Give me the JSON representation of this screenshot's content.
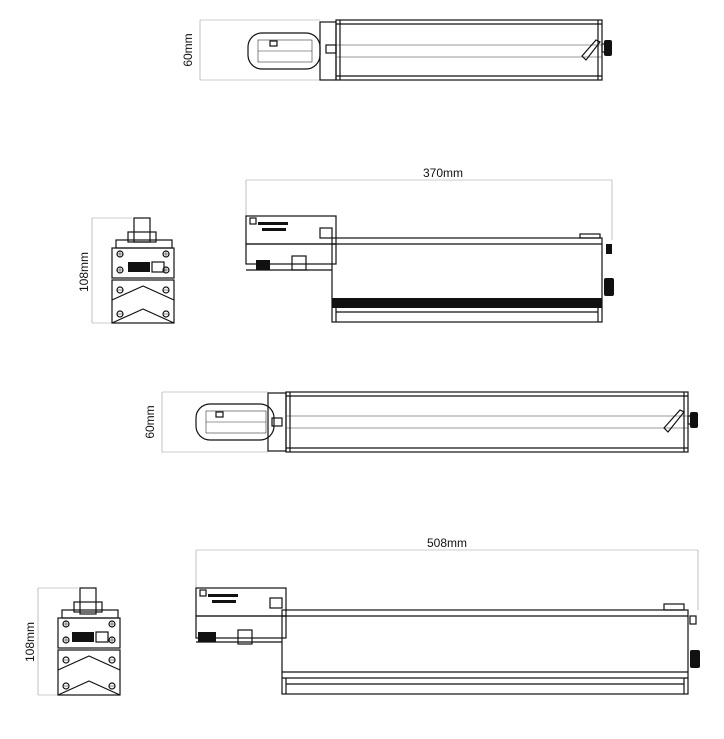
{
  "dimensions": {
    "top_view_1_height": "60mm",
    "side_view_1_length": "370mm",
    "end_view_1_height": "108mm",
    "top_view_2_height": "60mm",
    "side_view_2_length": "508mm",
    "end_view_2_height": "108mm"
  },
  "icons": {
    "screw": "screw-icon",
    "knob": "knob-icon"
  },
  "colors": {
    "line": "#111111",
    "dimension_line": "#999999",
    "background": "#ffffff"
  }
}
